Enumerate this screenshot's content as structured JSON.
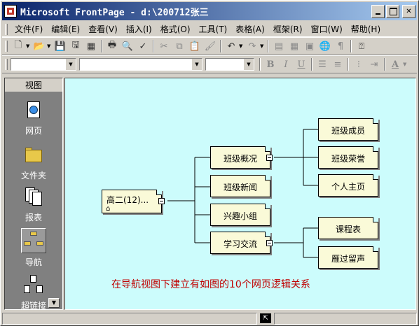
{
  "window": {
    "title": "Microsoft FrontPage - d:\\200712张三",
    "caption_buttons": {
      "minimize": "_",
      "maximize": "□",
      "close": "✕"
    }
  },
  "menu": [
    "文件(F)",
    "编辑(E)",
    "查看(V)",
    "插入(I)",
    "格式(O)",
    "工具(T)",
    "表格(A)",
    "框架(R)",
    "窗口(W)",
    "帮助(H)"
  ],
  "toolbar_icons": [
    "new-page-icon",
    "open-icon",
    "save-icon",
    "publish-icon",
    "folder-list-icon",
    "print-icon",
    "preview-icon",
    "spelling-icon",
    "cut-icon",
    "copy-icon",
    "paste-icon",
    "format-painter-icon",
    "undo-icon",
    "redo-icon",
    "components-icon",
    "table-icon",
    "image-icon",
    "hyperlink-icon",
    "pilcrow-icon",
    "help-icon"
  ],
  "formatting": {
    "style_value": "",
    "font_value": "",
    "size_value": "",
    "bold": "B",
    "italic": "I",
    "underline": "U",
    "font_color": "A"
  },
  "views": {
    "header": "视图",
    "items": [
      {
        "label": "网页",
        "icon": "page-view-icon"
      },
      {
        "label": "文件夹",
        "icon": "folders-view-icon"
      },
      {
        "label": "报表",
        "icon": "reports-view-icon"
      },
      {
        "label": "导航",
        "icon": "navigation-view-icon",
        "selected": true
      },
      {
        "label": "超链接",
        "icon": "hyperlinks-view-icon"
      }
    ]
  },
  "navigation": {
    "root": "高二(12)...",
    "level1": [
      "班级概况",
      "班级新闻",
      "兴趣小组",
      "学习交流"
    ],
    "children_of_班级概况": [
      "班级成员",
      "班级荣誉",
      "个人主页"
    ],
    "children_of_学习交流": [
      "课程表",
      "雁过留声"
    ],
    "caption": "在导航视图下建立有如图的10个网页逻辑关系"
  },
  "colors": {
    "titlebar_start": "#0a246a",
    "titlebar_end": "#a6caf0",
    "canvas_bg": "#ccfcfc",
    "node_bg": "#fafad8",
    "caption_color": "#c00000"
  }
}
